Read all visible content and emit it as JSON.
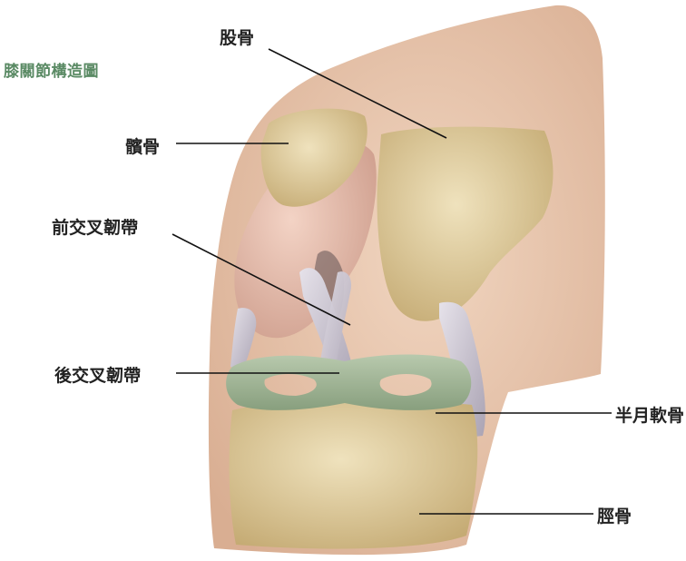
{
  "title": "膝關節構造圖",
  "colors": {
    "title": "#5a8a64",
    "skin": "#e8c7b0",
    "bone": "#d8c493",
    "meniscus": "#9fb595",
    "ligament": "#cfc9d3",
    "leader_line": "#111111"
  },
  "labels": {
    "femur": "股骨",
    "patella": "髕骨",
    "acl": "前交叉韌帶",
    "pcl": "後交叉韌帶",
    "meniscus": "半月軟骨",
    "tibia": "脛骨"
  }
}
